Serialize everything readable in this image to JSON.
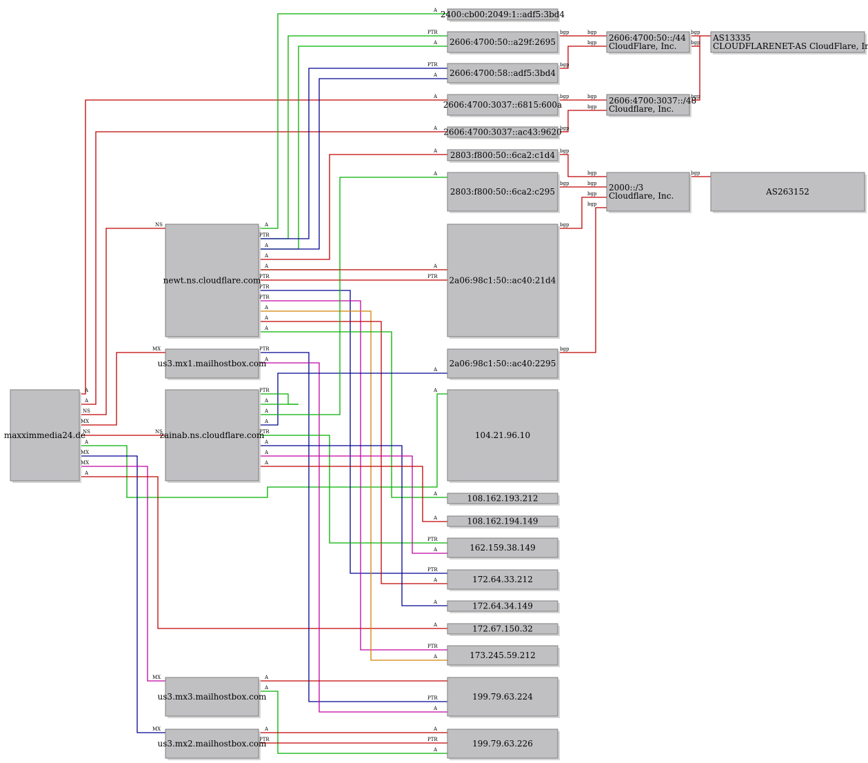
{
  "colors": {
    "red": "#c00000",
    "green": "#00b000",
    "blue": "#000090",
    "magenta": "#c000a0",
    "orange": "#d08000",
    "node_fill": "#c0bfc2",
    "node_border": "#7f7f7f"
  },
  "nodes": {
    "maxximmedia": "maxximmedia24.de",
    "newt": "newt.ns.cloudflare.com",
    "zainab": "zainab.ns.cloudflare.com",
    "mx1": "us3.mx1.mailhostbox.com",
    "mx3": "us3.mx3.mailhostbox.com",
    "mx2": "us3.mx2.mailhostbox.com",
    "ip_2400": "2400:cb00:2049:1::adf5:3bd4",
    "ip_2606_a29f": "2606:4700:50::a29f:2695",
    "ip_2606_adf5": "2606:4700:58::adf5:3bd4",
    "ip_2606_6815": "2606:4700:3037::6815:600a",
    "ip_2606_ac43": "2606:4700:3037::ac43:9620",
    "ip_2803_c1d4": "2803:f800:50::6ca2:c1d4",
    "ip_2803_c295": "2803:f800:50::6ca2:c295",
    "ip_2a06_21d4": "2a06:98c1:50::ac40:21d4",
    "ip_2a06_2295": "2a06:98c1:50::ac40:2295",
    "ip_104": "104.21.96.10",
    "ip_108_212": "108.162.193.212",
    "ip_108_149": "108.162.194.149",
    "ip_162": "162.159.38.149",
    "ip_172_64_212": "172.64.33.212",
    "ip_172_64_149": "172.64.34.149",
    "ip_172_67": "172.67.150.32",
    "ip_173": "173.245.59.212",
    "ip_199_224": "199.79.63.224",
    "ip_199_226": "199.79.63.226",
    "pfx_44": {
      "line1": "2606:4700:50::/44",
      "line2": "CloudFlare, Inc."
    },
    "pfx_48": {
      "line1": "2606:4700:3037::/48",
      "line2": "Cloudflare, Inc."
    },
    "pfx_2000": {
      "line1": "2000::/3",
      "line2": "Cloudflare, Inc."
    },
    "as13335": {
      "line1": "AS13335",
      "line2": "CLOUDFLARENET-AS CloudFlare, Inc."
    },
    "as263152": "AS263152"
  },
  "edge_labels": {
    "a": "A",
    "ptr": "PTR",
    "ns": "NS",
    "mx": "MX",
    "bgp": "bgp"
  }
}
